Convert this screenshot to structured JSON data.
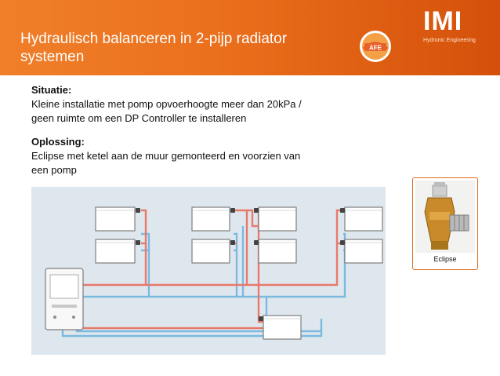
{
  "header": {
    "title": "Hydraulisch balanceren in 2-pijp radiator systemen",
    "brand_imi": "IMI",
    "brand_imi_sub": "Hydronic Engineering",
    "brand_afe": "AFE",
    "colors": {
      "accent": "#ea6f1c",
      "accent_dark": "#d4500a"
    }
  },
  "content": {
    "situation_label": "Situatie:",
    "situation_line1": "Kleine installatie met pomp opvoerhoogte meer dan 20kPa /",
    "situation_line2": "geen ruimte om een DP Controller te installeren",
    "solution_label": "Oplossing:",
    "solution_line1": "Eclipse met ketel aan de muur gemonteerd en voorzien van",
    "solution_line2": "een pomp"
  },
  "product": {
    "caption": "Eclipse",
    "icon": "valve-icon"
  },
  "diagram": {
    "colors": {
      "background": "#dfe7ee",
      "supply": "#e8796a",
      "return": "#7ab9e0",
      "radiator": "#ffffff"
    }
  }
}
